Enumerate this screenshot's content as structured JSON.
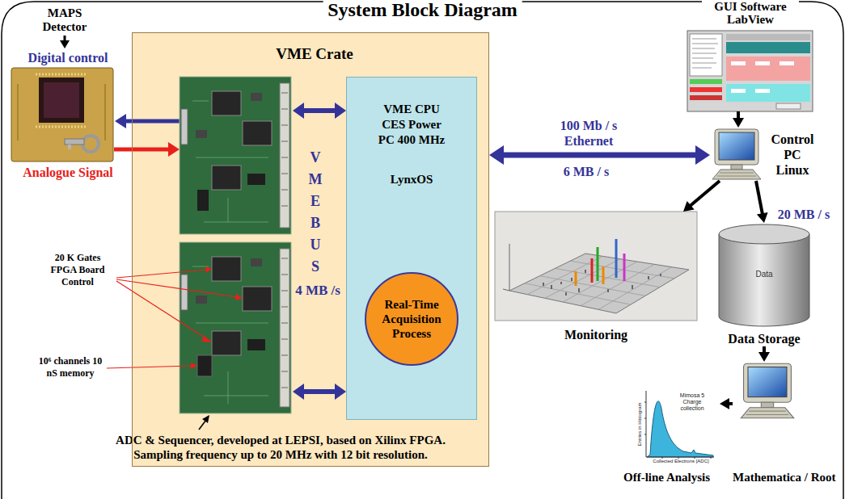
{
  "diagram": {
    "title": "System Block Diagram",
    "nodes": [
      {
        "text": [
          "VME Crate"
        ]
      },
      {
        "text": [
          "VME CPU CES Power PC 400 MHz",
          "LynxOS"
        ],
        "in": 0
      },
      {
        "text": [
          "Real-Time Acquisition Process"
        ],
        "in": 1
      },
      {
        "text": [
          "GUI Software LabView"
        ]
      },
      {
        "text": [
          "Control PC Linux"
        ]
      },
      {
        "text": [
          "Monitoring"
        ]
      },
      {
        "text": [
          "Data",
          "Data Storage"
        ]
      },
      {
        "text": [
          "Mathematica / Root"
        ]
      },
      {
        "text": [
          "Mimosa 5 Charge collection",
          "Entries in Histogram",
          "Collected Electrons [ADC]",
          "Off-line Analysis"
        ]
      }
    ],
    "edges": [
      {
        "from": 0,
        "to": 4,
        "arrow": "both",
        "label": "100 Mb / s Ethernet"
      },
      {
        "from": 3,
        "to": 4,
        "arrow": "to"
      },
      {
        "from": 4,
        "to": 5,
        "arrow": "to"
      },
      {
        "from": 4,
        "to": 6,
        "arrow": "to",
        "label": "20 MB / s"
      },
      {
        "from": 6,
        "to": 7,
        "arrow": "to"
      },
      {
        "from": 7,
        "to": 8,
        "arrow": "to"
      }
    ],
    "labels": [
      "MAPS Detector",
      "Digital control",
      "Analogue Signal",
      "VME BUS",
      "4 MB /s",
      "20 K Gates FPGA Board Control",
      "10⁶ channels 10 nS memory",
      "ADC & Sequencer, developed at LEPSI, based on Xilinx FPGA. Sampling frequency up to 20 MHz with 12 bit resolution.",
      "6 MB / s"
    ]
  }
}
